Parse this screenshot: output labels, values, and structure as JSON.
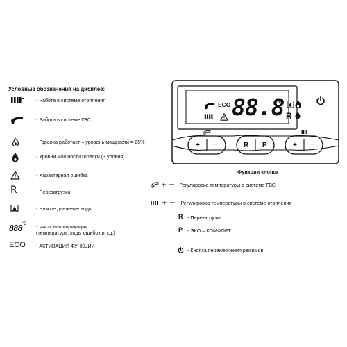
{
  "legend": {
    "title": "Условные обозначения на дисплее:",
    "items": [
      {
        "icon": "radiator-icon",
        "text": "- Работа в системе отопления"
      },
      {
        "icon": "tap-icon",
        "text": "- Работа в системе ГВС"
      },
      {
        "icon": "flame-small-icon",
        "text": "- Горелка работает – уровень мощности = 25%"
      },
      {
        "icon": "flame-levels-icon",
        "text": "- Уровни мощности горелки (3 уровня)"
      },
      {
        "icon": "warning-icon",
        "text": "- Характерная ошибка"
      },
      {
        "icon": "reset-icon",
        "glyph": "R",
        "text": "- Перезагрузка"
      },
      {
        "icon": "low-water-pressure-icon",
        "text": "- Низкое давление воды"
      },
      {
        "icon": "digital-readout-icon",
        "digits": "888",
        "unit": "°C",
        "text": "- Числовая индикация",
        "text2": "(температура, коды ошибок и т.д.)"
      },
      {
        "icon": "eco-icon",
        "glyph": "ECO",
        "text": "- АКТИВАЦИЯ ФУНКЦИИ"
      }
    ]
  },
  "panel": {
    "eco": "ECO",
    "digits": "88.8",
    "unit": "°C",
    "reset_glyph": "R",
    "buttons": {
      "dhw": {
        "plus": "+",
        "minus": "−"
      },
      "mode": {
        "left": "R",
        "right": "P"
      },
      "heating": {
        "plus": "+",
        "minus": "−"
      }
    }
  },
  "functions": {
    "title": "Функции кнопок",
    "items": [
      {
        "icon": "dhw-plus-minus-icon",
        "text": "- Регулировка температуры в системе ГВС"
      },
      {
        "icon": "heating-plus-minus-icon",
        "text": "- Регулировка температуры в системе отопления"
      },
      {
        "icon": "reset-button-icon",
        "glyph": "R",
        "text": "- Перезагрузка"
      },
      {
        "icon": "eco-comfort-button-icon",
        "glyph": "P",
        "text": "- ЭКО – КОМФОРТ"
      },
      {
        "icon": "power-icon",
        "text": "- Кнопка переключения режимов"
      }
    ]
  }
}
